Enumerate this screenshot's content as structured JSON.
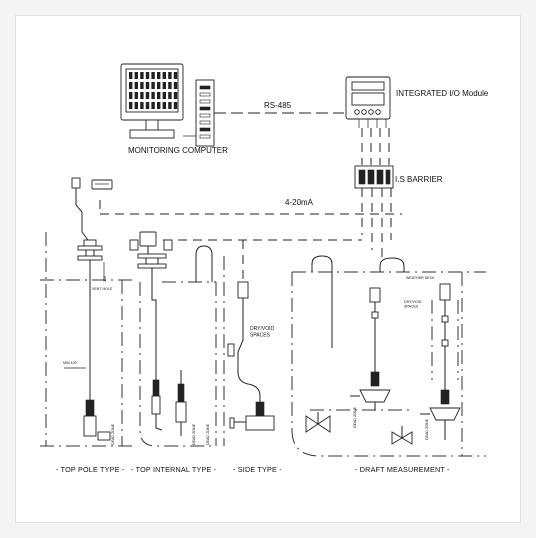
{
  "labels": {
    "rs485": "RS-485",
    "current_loop": "4-20mA",
    "monitoring_computer": "MONITORING COMPUTER",
    "io_module": "INTEGRATED I/O Module",
    "is_barrier": "I.S BARRIER",
    "weather_deck": "WEATHER DECK",
    "dry_void_spaces": "DRY/VOID\nSPACES",
    "dry_void_spaces_right": "DRY/VOID\nSPACES",
    "vent_hole": "VENT HOLE",
    "min_100_top": "100",
    "min_100": "MIN 100",
    "dead_zone": "DEAD ZONE"
  },
  "captions": {
    "top_pole": "- TOP POLE TYPE -",
    "top_internal": "- TOP INTERNAL TYPE -",
    "side": "- SIDE TYPE -",
    "draft": "- DRAFT MEASUREMENT -"
  },
  "colors": {
    "line": "#222222",
    "background": "#ffffff",
    "frame": "#f4f4f4"
  }
}
